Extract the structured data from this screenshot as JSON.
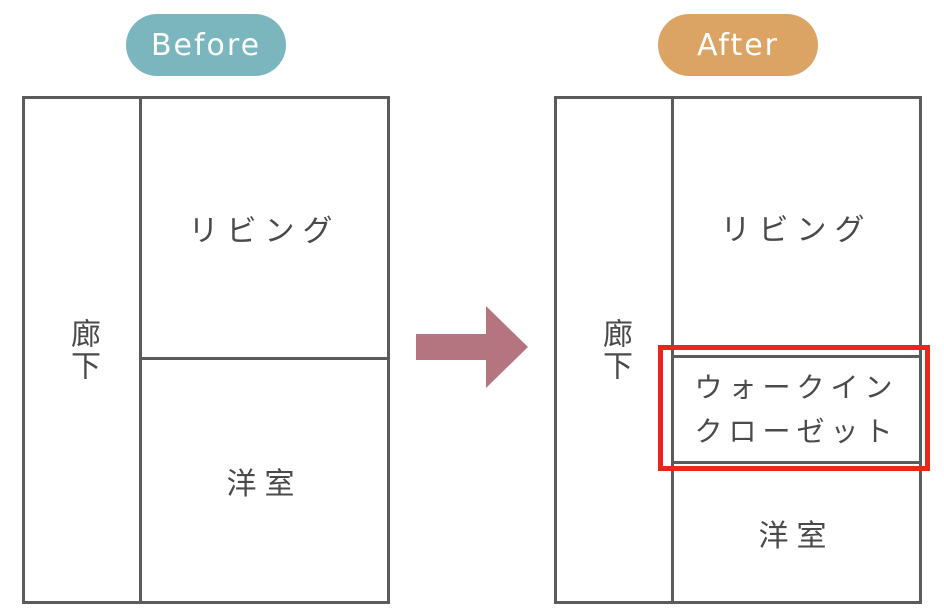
{
  "before": {
    "badge": "Before",
    "corridor": "廊下",
    "living": "リビング",
    "western_room": "洋室"
  },
  "after": {
    "badge": "After",
    "corridor": "廊下",
    "living": "リビング",
    "walk_in_closet": {
      "line1": "ウォークイン",
      "line2": "クローゼット"
    },
    "western_room": "洋室"
  },
  "colors": {
    "before_badge": "#7bb5bd",
    "after_badge": "#dba465",
    "arrow": "#b47581",
    "highlight": "#e8271a",
    "walls": "#5b5b5b"
  }
}
